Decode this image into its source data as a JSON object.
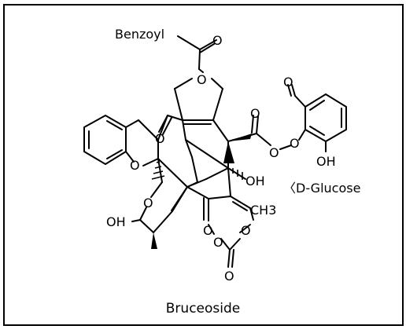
{
  "molecule": {
    "name": "Bruceoside",
    "labels": {
      "benzoyl": "Benzoyl",
      "o_ester_carbonyl": "O",
      "o_ring_top": "O",
      "o_aldehyde": "O",
      "o_ketone": "O",
      "o_ester_c": "O",
      "o_peroxide_1": "O",
      "o_peroxide_2": "O",
      "oh_phenol": "OH",
      "d_glucose": "〈D-Glucose",
      "oh_tertiary": "OH",
      "o_chromane": "O",
      "o_thf": "O",
      "oh_side": "OH",
      "ch3": "CH3",
      "o_lac_left": "O",
      "o_lac_mid": "O",
      "o_lac_right": "O",
      "o_lac_bottom": "O"
    }
  }
}
